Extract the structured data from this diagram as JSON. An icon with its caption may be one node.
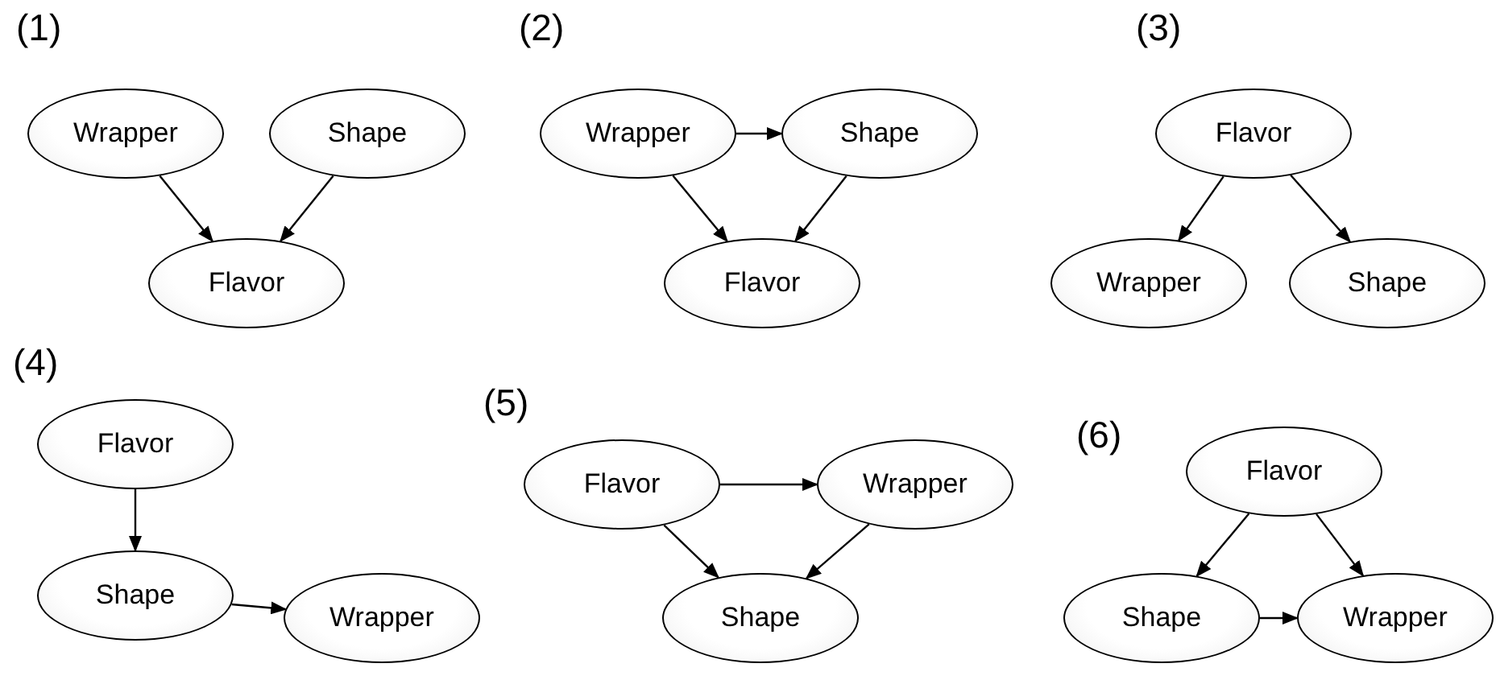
{
  "diagram": {
    "nodes": [
      {
        "text": [
          "Wrapper"
        ]
      },
      {
        "text": [
          "Shape"
        ]
      },
      {
        "text": [
          "Flavor"
        ]
      },
      {
        "text": [
          "Wrapper"
        ]
      },
      {
        "text": [
          "Shape"
        ]
      },
      {
        "text": [
          "Flavor"
        ]
      },
      {
        "text": [
          "Flavor"
        ]
      },
      {
        "text": [
          "Wrapper"
        ]
      },
      {
        "text": [
          "Shape"
        ]
      },
      {
        "text": [
          "Flavor"
        ]
      },
      {
        "text": [
          "Shape"
        ]
      },
      {
        "text": [
          "Wrapper"
        ]
      },
      {
        "text": [
          "Flavor"
        ]
      },
      {
        "text": [
          "Wrapper"
        ]
      },
      {
        "text": [
          "Shape"
        ]
      },
      {
        "text": [
          "Flavor"
        ]
      },
      {
        "text": [
          "Shape"
        ]
      },
      {
        "text": [
          "Wrapper"
        ]
      }
    ],
    "edges": [
      {
        "from": 0,
        "to": 2,
        "arrow": "to"
      },
      {
        "from": 1,
        "to": 2,
        "arrow": "to"
      },
      {
        "from": 3,
        "to": 4,
        "arrow": "to"
      },
      {
        "from": 3,
        "to": 5,
        "arrow": "to"
      },
      {
        "from": 4,
        "to": 5,
        "arrow": "to"
      },
      {
        "from": 6,
        "to": 7,
        "arrow": "to"
      },
      {
        "from": 6,
        "to": 8,
        "arrow": "to"
      },
      {
        "from": 9,
        "to": 10,
        "arrow": "to"
      },
      {
        "from": 10,
        "to": 11,
        "arrow": "to"
      },
      {
        "from": 12,
        "to": 13,
        "arrow": "to"
      },
      {
        "from": 12,
        "to": 14,
        "arrow": "to"
      },
      {
        "from": 13,
        "to": 14,
        "arrow": "to"
      },
      {
        "from": 15,
        "to": 16,
        "arrow": "to"
      },
      {
        "from": 15,
        "to": 17,
        "arrow": "to"
      },
      {
        "from": 16,
        "to": 17,
        "arrow": "to"
      }
    ],
    "labels": [
      "(1)",
      "(2)",
      "(3)",
      "(4)",
      "(5)",
      "(6)"
    ]
  }
}
